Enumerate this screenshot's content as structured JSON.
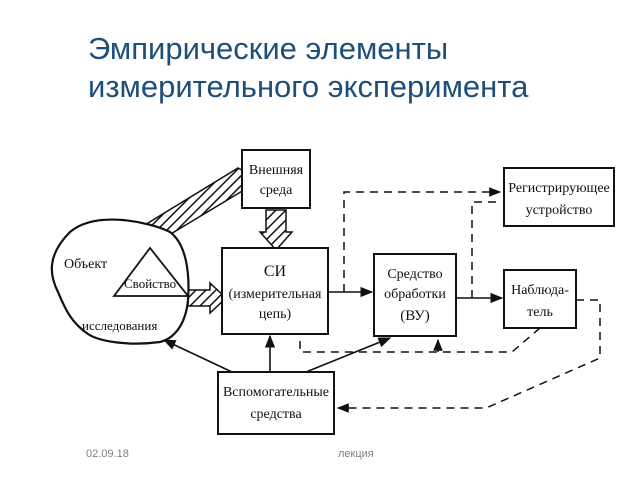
{
  "slide": {
    "title_line1": "Эмпирические элементы",
    "title_line2": "измерительного эксперимента",
    "footer_date": "02.09.18",
    "footer_center": "лекция"
  },
  "diagram": {
    "object_label": "Объект",
    "research_label": "исследования",
    "property_label": "Свойство",
    "environment_line1": "Внешняя",
    "environment_line2": "среда",
    "si_line1": "СИ",
    "si_line2": "(измерительная",
    "si_line3": "цепь)",
    "processing_line1": "Средство",
    "processing_line2": "обработки",
    "processing_line3": "(ВУ)",
    "recorder_line1": "Регистрирующее",
    "recorder_line2": "устройство",
    "observer_line1": "Наблюда-",
    "observer_line2": "тель",
    "auxiliary_line1": "Вспомогательные",
    "auxiliary_line2": "средства"
  }
}
